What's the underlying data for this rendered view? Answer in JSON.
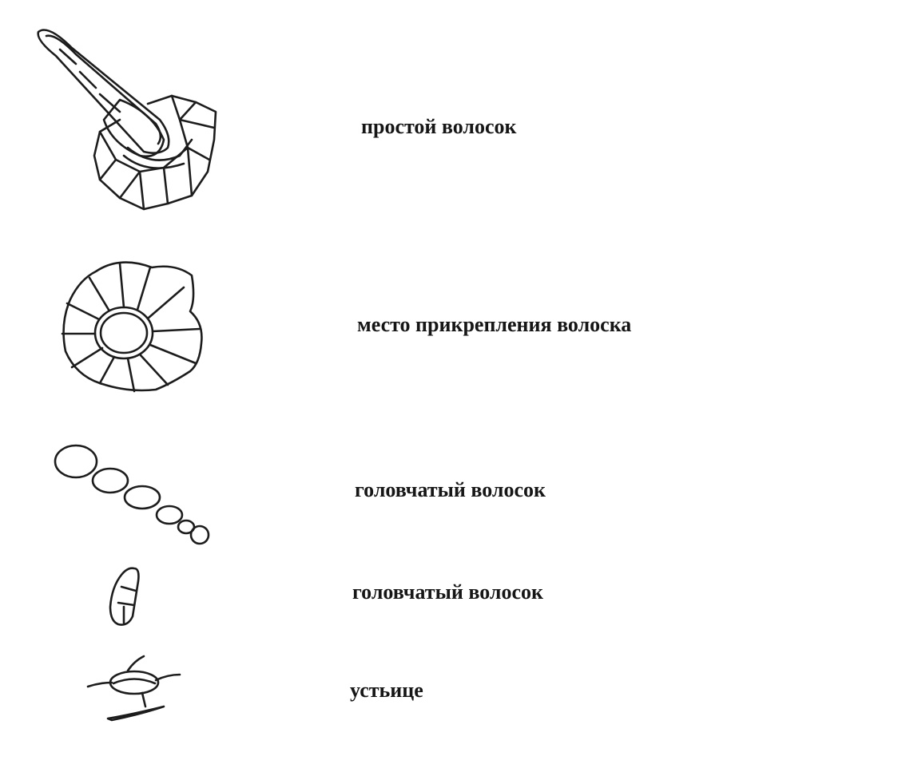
{
  "items": [
    {
      "icon": "simple-hair-drawing",
      "label": "простой   волосок"
    },
    {
      "icon": "hair-attachment-site-drawing",
      "label": "место  прикрепления   волоска"
    },
    {
      "icon": "capitate-hair-drawing",
      "label": "головчатый волосок"
    },
    {
      "icon": "small-capitate-hair-drawing",
      "label": "головчатый волосок"
    },
    {
      "icon": "stoma-drawing",
      "label": "устьице"
    }
  ]
}
